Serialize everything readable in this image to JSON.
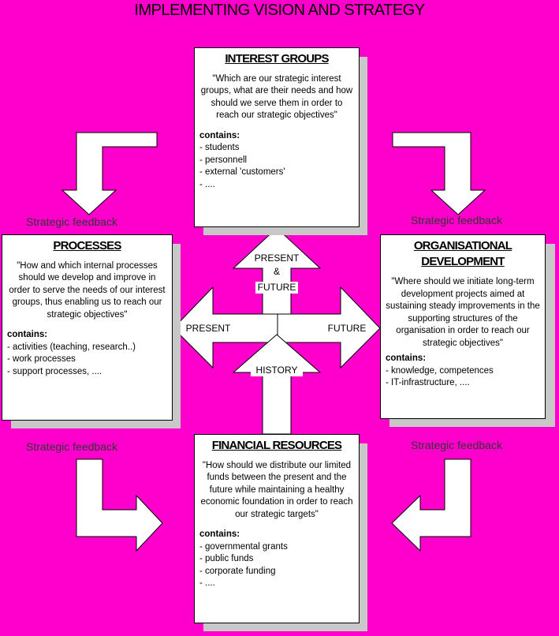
{
  "title": "IMPLEMENTING VISION AND STRATEGY",
  "boxes": {
    "interest": {
      "heading": "INTEREST GROUPS",
      "quote": "\"Which are our strategic interest groups, what are their needs and how should we serve them in order to reach our strategic objectives\"",
      "contains_label": "contains:",
      "items": [
        "- students",
        "- personnell",
        "- external 'customers'",
        "- ...."
      ]
    },
    "processes": {
      "heading": "PROCESSES",
      "quote": "\"How and which internal processes should we develop and improve in order to serve the needs of our interest groups, thus enabling us to reach our strategic objectives\"",
      "contains_label": "contains:",
      "items": [
        "- activities (teaching, research..)",
        "- work processes",
        "- support processes, ...."
      ]
    },
    "organisational": {
      "heading": "ORGANISATIONAL DEVELOPMENT",
      "quote": "\"Where should we initiate long-term development projects aimed at sustaining steady improvements in the supporting structures of the organisation in order to reach our strategic objectives\"",
      "contains_label": "contains:",
      "items": [
        "- knowledge, competences",
        "- IT-infrastructure, ...."
      ]
    },
    "financial": {
      "heading": "FINANCIAL RESOURCES",
      "quote": "\"How should we distribute our limited funds between the present and the future while maintaining a healthy economic foundation in order to reach our strategic targets\"",
      "contains_label": "contains:",
      "items": [
        "- governmental grants",
        "- public funds",
        "- corporate funding",
        "- ...."
      ]
    }
  },
  "feedback_label": "Strategic feedback",
  "center": {
    "up_line1": "PRESENT",
    "up_line2": "&",
    "up_line3": "FUTURE",
    "left": "PRESENT",
    "right": "FUTURE",
    "down": "HISTORY"
  }
}
